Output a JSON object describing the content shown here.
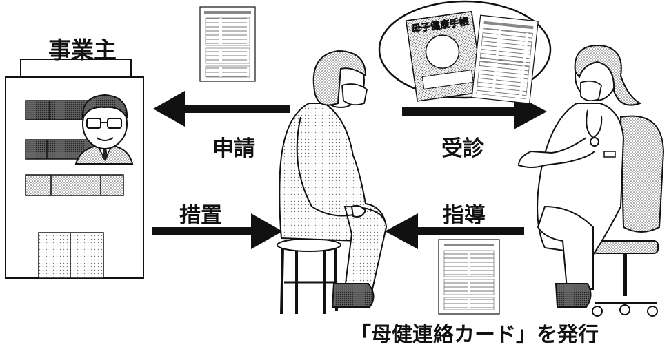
{
  "labels": {
    "employer": "事業主",
    "apply": "申請",
    "measure": "措置",
    "consult": "受診",
    "guidance": "指導",
    "issue_card": "「母健連絡カード」を発行"
  },
  "handbook": {
    "title": "母子健康手帳"
  }
}
